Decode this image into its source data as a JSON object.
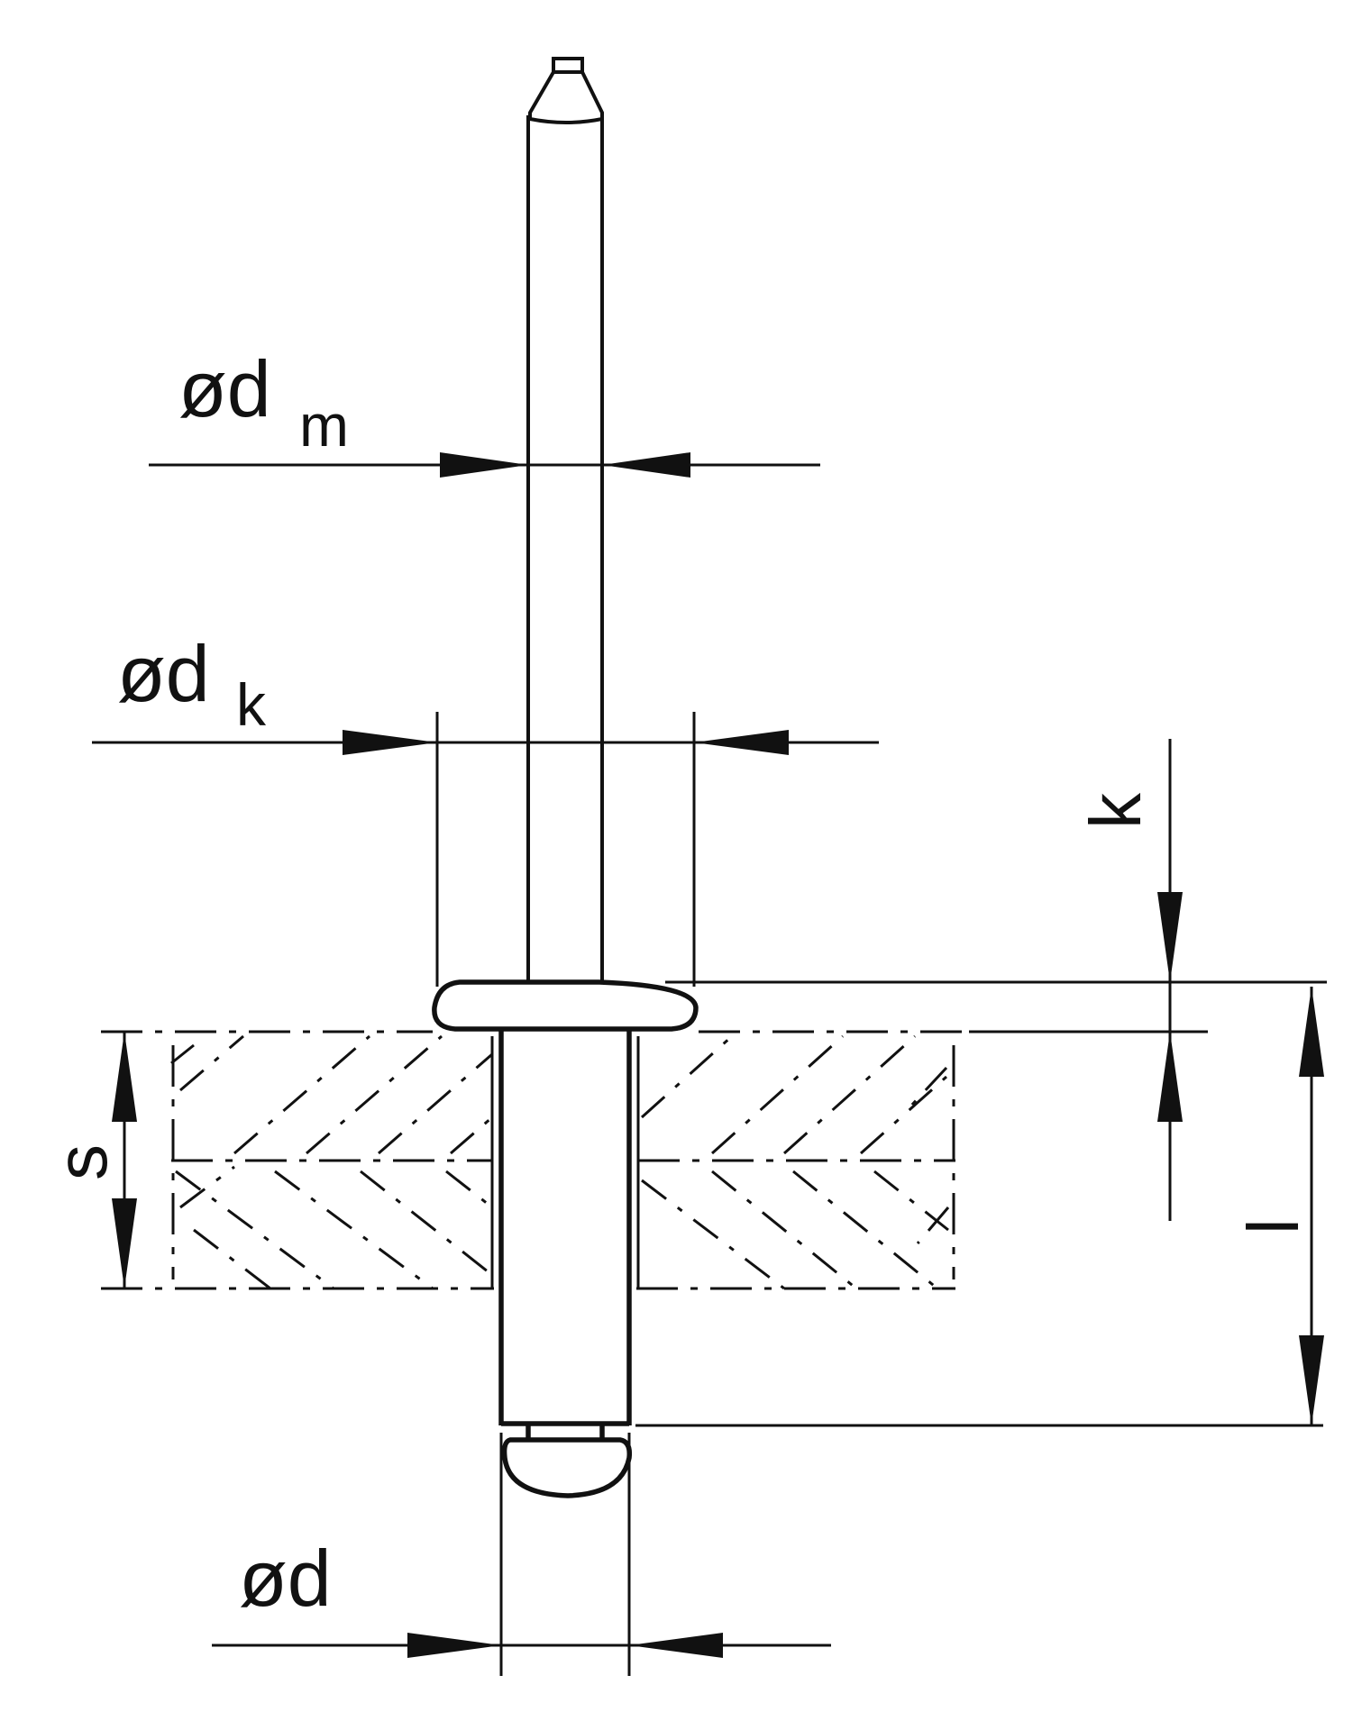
{
  "labels": {
    "dm": {
      "main": "ød",
      "sub": "m"
    },
    "dk": {
      "main": "ød",
      "sub": "k"
    },
    "d": {
      "main": "ød"
    },
    "k": "k",
    "s": "s",
    "l": "l"
  },
  "colors": {
    "line": "#111111",
    "background": "#ffffff"
  }
}
